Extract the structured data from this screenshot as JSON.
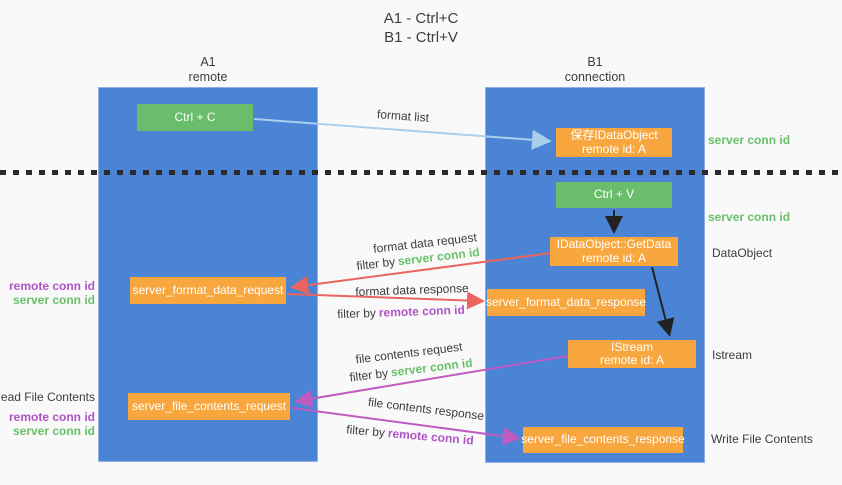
{
  "title": {
    "line1": "A1 - Ctrl+C",
    "line2": "B1 - Ctrl+V"
  },
  "columns": {
    "a": {
      "name": "A1",
      "role": "remote"
    },
    "b": {
      "name": "B1",
      "role": "connection"
    }
  },
  "nodes": {
    "ctrl_c": "Ctrl + C",
    "ctrl_v": "Ctrl + V",
    "save_dataobject": {
      "line1": "保存IDataObject",
      "line2": "remote id: A"
    },
    "getdata": {
      "line1": "IDataObject::GetData",
      "line2": "remote id: A"
    },
    "istream": {
      "line1": "IStream",
      "line2": "remote id: A"
    },
    "format_request": "server_format_data_request",
    "format_response": "server_format_data_response",
    "file_request": "server_file_contents_request",
    "file_response": "server_file_contents_response"
  },
  "flows": {
    "format_list": {
      "label": "format list"
    },
    "format_data_request": {
      "label": "format data request",
      "filter_prefix": "filter by",
      "filter_key": "server conn id"
    },
    "format_data_response": {
      "label": "format data response",
      "filter_prefix": "filter by",
      "filter_key": "remote conn id"
    },
    "file_contents_request": {
      "label": "file contents request",
      "filter_prefix": "filter by",
      "filter_key": "server conn id"
    },
    "file_contents_response": {
      "label": "file contents response",
      "filter_prefix": "filter by",
      "filter_key": "remote conn id"
    }
  },
  "side_labels": {
    "right": {
      "server_conn_id_top": "server conn id",
      "server_conn_id_mid": "server conn id",
      "dataobject": "DataObject",
      "istream": "Istream",
      "write_file_contents": "Write File Contents"
    },
    "left": {
      "remote_conn_id_format": "remote conn id",
      "server_conn_id_format": "server conn id",
      "read_file_contents": "Read File Contents",
      "remote_conn_id_file": "remote conn id",
      "server_conn_id_file": "server conn id"
    }
  },
  "colors": {
    "background": "#f9f9fa",
    "column_blue": "#4b84d5",
    "node_orange": "#f7a73e",
    "node_green": "#69bd6b",
    "label_green": "#68c168",
    "label_purple": "#af54c8",
    "arrow_red": "#ea655e",
    "arrow_magenta": "#bf5cc3",
    "arrow_lightblue": "#aacfec",
    "arrow_black": "#222222",
    "text_dark": "#3d3d3d"
  }
}
